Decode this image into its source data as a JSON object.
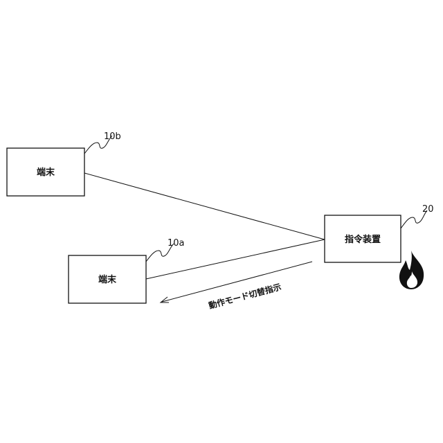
{
  "nodes": {
    "terminal_b": {
      "label": "端末",
      "ref": "10b"
    },
    "terminal_a": {
      "label": "端末",
      "ref": "10a"
    },
    "command_device": {
      "label": "指令装置",
      "ref": "20"
    }
  },
  "edges": {
    "mode_switch": {
      "label": "動作モード切替指示"
    }
  },
  "icons": {
    "fire": "fire-icon"
  },
  "colors": {
    "stroke": "#111111",
    "background": "#ffffff"
  }
}
